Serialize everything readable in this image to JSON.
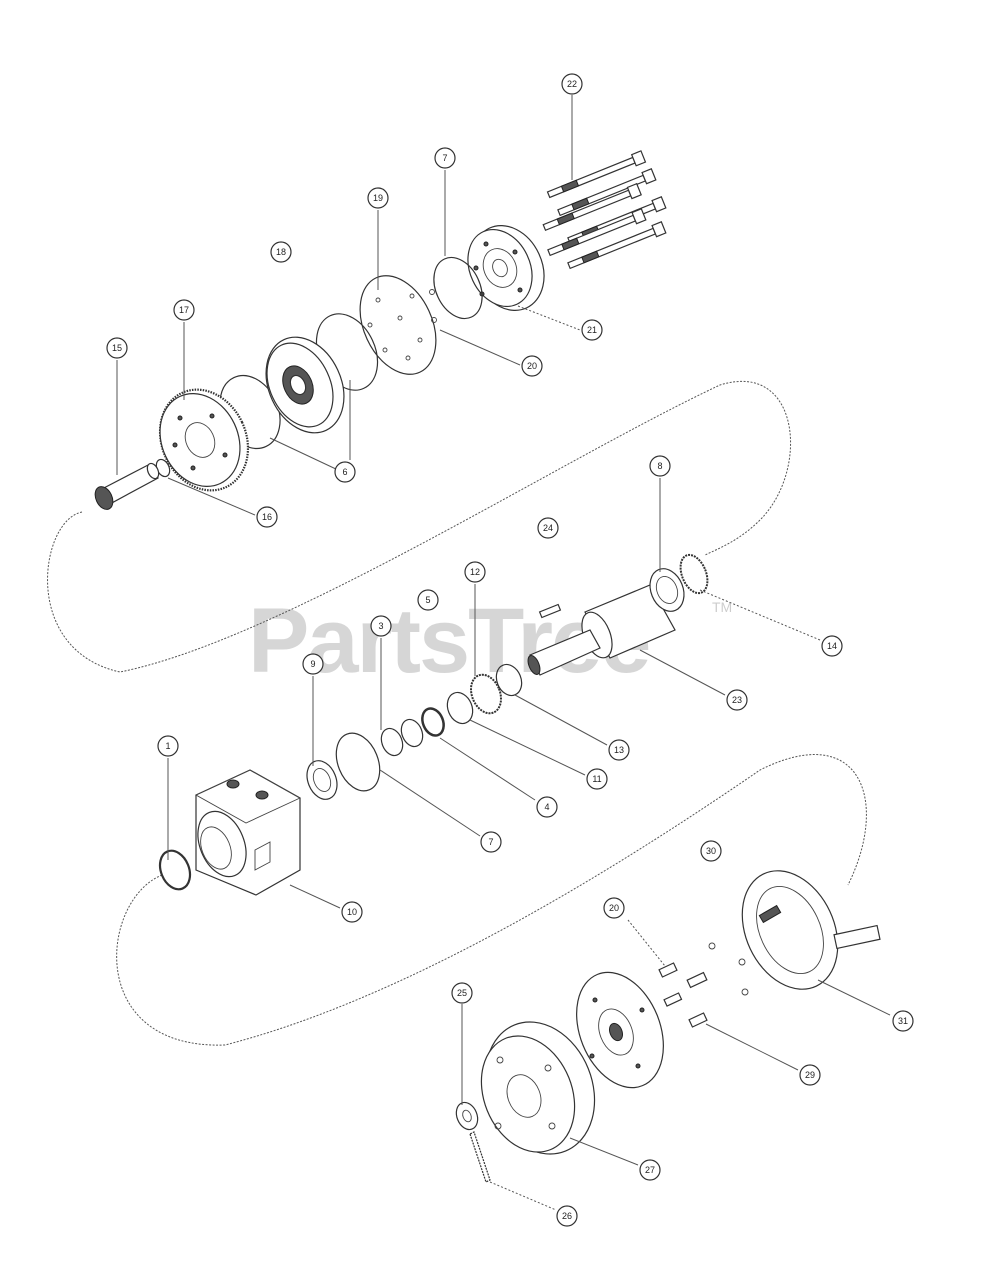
{
  "watermark": {
    "brand": "PartsTree",
    "trademark": "TM"
  },
  "callouts": [
    {
      "id": "c22",
      "label": "22"
    },
    {
      "id": "c7a",
      "label": "7"
    },
    {
      "id": "c19",
      "label": "19"
    },
    {
      "id": "c18",
      "label": "18"
    },
    {
      "id": "c17",
      "label": "17"
    },
    {
      "id": "c15",
      "label": "15"
    },
    {
      "id": "c21",
      "label": "21"
    },
    {
      "id": "c20a",
      "label": "20"
    },
    {
      "id": "c6a",
      "label": "6"
    },
    {
      "id": "c16",
      "label": "16"
    },
    {
      "id": "c24",
      "label": "24"
    },
    {
      "id": "c8",
      "label": "8"
    },
    {
      "id": "c12",
      "label": "12"
    },
    {
      "id": "c5",
      "label": "5"
    },
    {
      "id": "c3a",
      "label": "3"
    },
    {
      "id": "c9",
      "label": "9"
    },
    {
      "id": "c14",
      "label": "14"
    },
    {
      "id": "c23",
      "label": "23"
    },
    {
      "id": "c13",
      "label": "13"
    },
    {
      "id": "c11",
      "label": "11"
    },
    {
      "id": "c4",
      "label": "4"
    },
    {
      "id": "c1",
      "label": "1"
    },
    {
      "id": "c7b",
      "label": "7"
    },
    {
      "id": "c10",
      "label": "10"
    },
    {
      "id": "c30",
      "label": "30"
    },
    {
      "id": "c20b",
      "label": "20"
    },
    {
      "id": "c31",
      "label": "31"
    },
    {
      "id": "c29",
      "label": "29"
    },
    {
      "id": "c25",
      "label": "25"
    },
    {
      "id": "c27",
      "label": "27"
    },
    {
      "id": "c26",
      "label": "26"
    }
  ]
}
